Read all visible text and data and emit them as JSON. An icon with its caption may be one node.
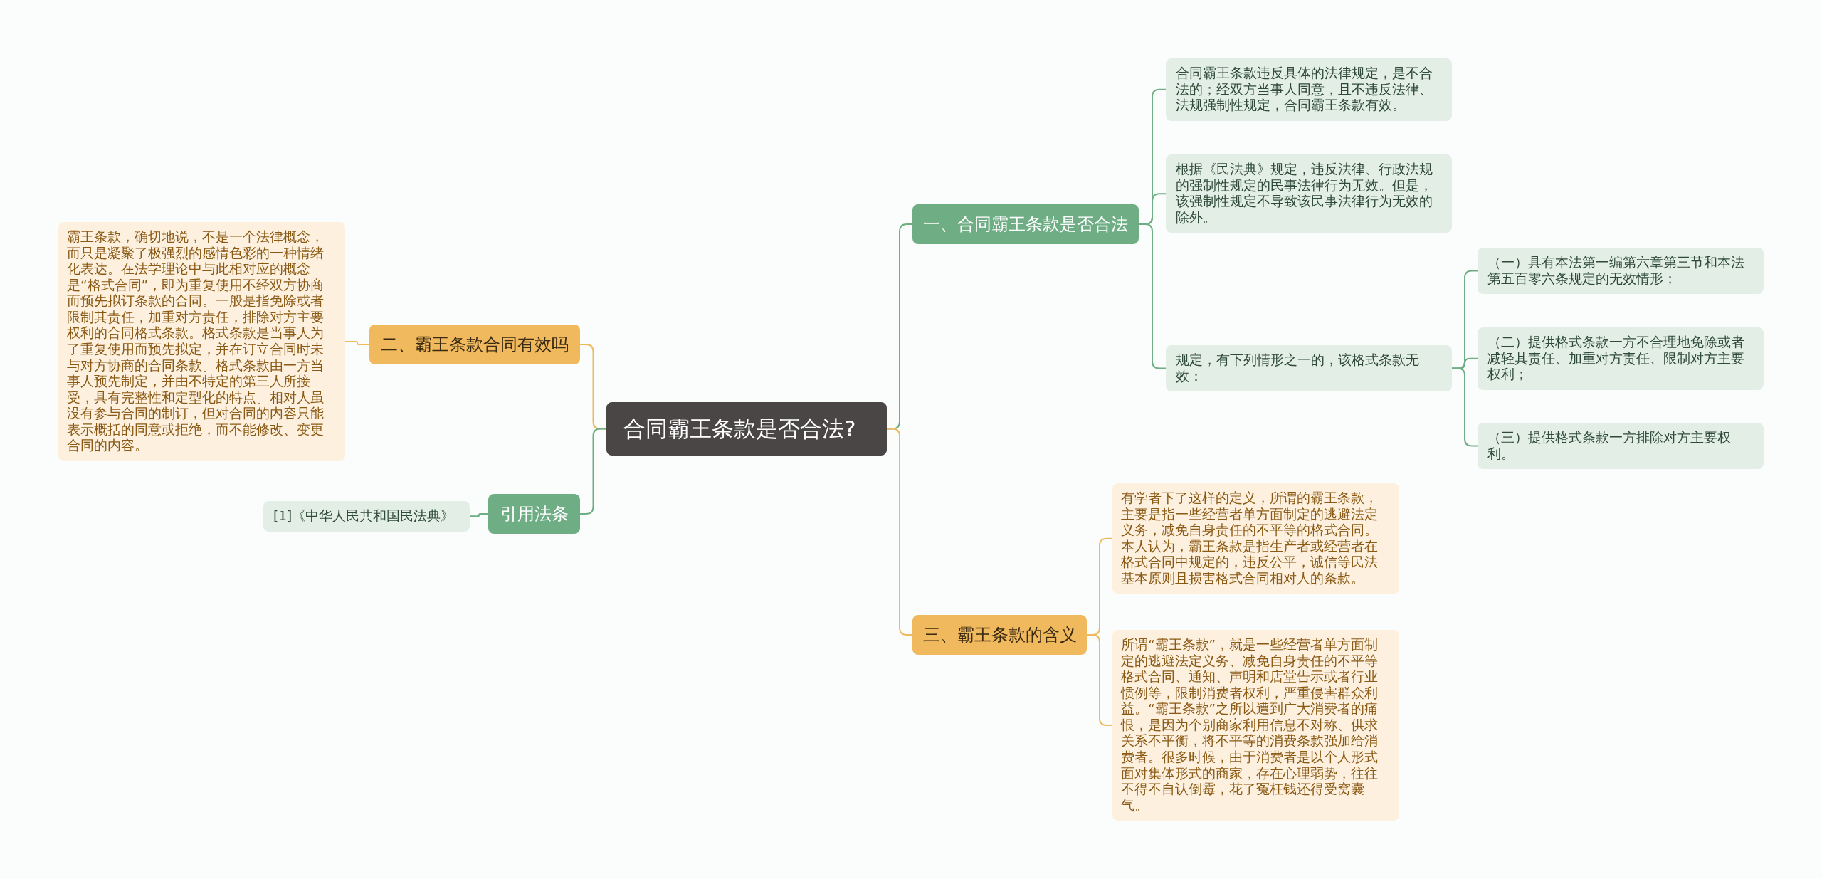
{
  "diagram": {
    "nodes": [
      {
        "text": [
          "合同霸王条款是否合法?"
        ]
      },
      {
        "text": [
          "一、合同霸王条款是否合法"
        ]
      },
      {
        "text": [
          "合同霸王条款违反具体的法律规定，是不合法的；经双方当事人同意，且不违反法律、法规强制性规定，合同霸王条款有效。"
        ]
      },
      {
        "text": [
          "根据《民法典》规定，违反法律、行政法规的强制性规定的民事法律行为无效。但是，该强制性规定不导致该民事法律行为无效的除外。"
        ]
      },
      {
        "text": [
          "规定，有下列情形之一的，该格式条款无效："
        ]
      },
      {
        "text": [
          "（一）具有本法第一编第六章第三节和本法第五百零六条规定的无效情形；"
        ]
      },
      {
        "text": [
          "（二）提供格式条款一方不合理地免除或者减轻其责任、加重对方责任、限制对方主要权利；"
        ]
      },
      {
        "text": [
          "（三）提供格式条款一方排除对方主要权利。"
        ]
      },
      {
        "text": [
          "三、霸王条款的含义"
        ]
      },
      {
        "text": [
          "有学者下了这样的定义，所谓的霸王条款，主要是指一些经营者单方面制定的逃避法定义务，减免自身责任的不平等的格式合同。本人认为，霸王条款是指生产者或经营者在格式合同中规定的，违反公平，诚信等民法基本原则且损害格式合同相对人的条款。"
        ]
      },
      {
        "text": [
          "所谓“霸王条款”，就是一些经营者单方面制定的逃避法定义务、减免自身责任的不平等格式合同、通知、声明和店堂告示或者行业惯例等，限制消费者权利，严重侵害群众利益。“霸王条款”之所以遭到广大消费者的痛恨，是因为个别商家利用信息不对称、供求关系不平衡，将不平等的消费条款强加给消费者。很多时候，由于消费者是以个人形式面对集体形式的商家，存在心理弱势，往往不得不自认倒霉，花了冤枉钱还得受窝囊气。"
        ]
      },
      {
        "text": [
          "二、霸王条款合同有效吗"
        ]
      },
      {
        "text": [
          "霸王条款，确切地说，不是一个法律概念，而只是凝聚了极强烈的感情色彩的一种情绪化表达。在法学理论中与此相对应的概念是“格式合同”，即为重复使用不经双方协商而预先拟订条款的合同。一般是指免除或者限制其责任，加重对方责任，排除对方主要权利的合同格式条款。格式条款是当事人为了重复使用而预先拟定，并在订立合同时未与对方协商的合同条款。格式条款由一方当事人预先制定，并由不特定的第三人所接受，具有完整性和定型化的特点。相对人虽没有参与合同的制订，但对合同的内容只能表示概括的同意或拒绝，而不能修改、变更合同的内容。"
        ]
      },
      {
        "text": [
          "引用法条"
        ]
      },
      {
        "text": [
          "[1]《中华人民共和国民法典》"
        ]
      }
    ],
    "edges": [
      {
        "from": 0,
        "to": 1,
        "arrow": "none"
      },
      {
        "from": 1,
        "to": 2,
        "arrow": "none"
      },
      {
        "from": 1,
        "to": 3,
        "arrow": "none"
      },
      {
        "from": 1,
        "to": 4,
        "arrow": "none"
      },
      {
        "from": 4,
        "to": 5,
        "arrow": "none"
      },
      {
        "from": 4,
        "to": 6,
        "arrow": "none"
      },
      {
        "from": 4,
        "to": 7,
        "arrow": "none"
      },
      {
        "from": 0,
        "to": 8,
        "arrow": "none",
        "color": "#f0b95e"
      },
      {
        "from": 8,
        "to": 9,
        "arrow": "none",
        "color": "#f0b95e"
      },
      {
        "from": 8,
        "to": 10,
        "arrow": "none",
        "color": "#f0b95e"
      },
      {
        "from": 0,
        "to": 11,
        "arrow": "none",
        "color": "#f0b95e"
      },
      {
        "from": 11,
        "to": 12,
        "arrow": "none",
        "color": "#f0b95e"
      },
      {
        "from": 0,
        "to": 13,
        "arrow": "none"
      },
      {
        "from": 13,
        "to": 14,
        "arrow": "none"
      }
    ]
  }
}
